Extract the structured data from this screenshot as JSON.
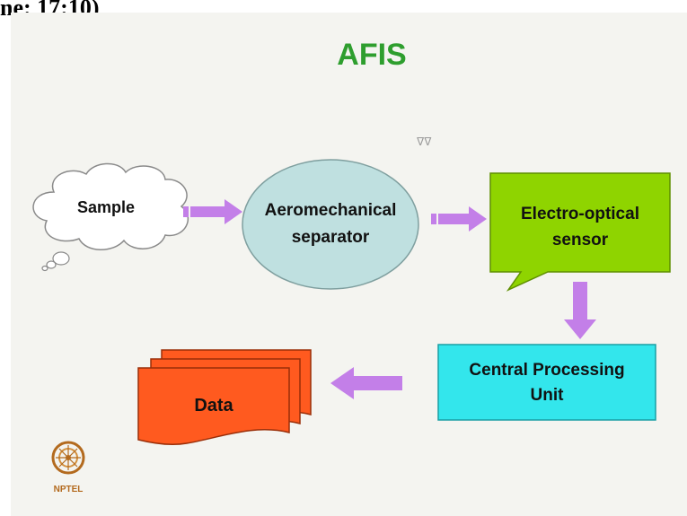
{
  "header_fragment": "ne: 17:10)",
  "slide": {
    "title": "AFIS",
    "title_color": "#2e9e2e",
    "cursor_mark": "ᐁᐁ"
  },
  "nodes": {
    "sample": {
      "label": "Sample",
      "shape": "thought-cloud",
      "fill": "#ffffff"
    },
    "separator": {
      "line1": "Aeromechanical",
      "line2": "separator",
      "shape": "ellipse",
      "fill": "#bfe0e0"
    },
    "sensor": {
      "line1": "Electro-optical",
      "line2": "sensor",
      "shape": "speech-callout",
      "fill": "#8fd400"
    },
    "cpu": {
      "line1": "Central Processing",
      "line2": "Unit",
      "shape": "rectangle",
      "fill": "#33e6ec"
    },
    "data": {
      "label": "Data",
      "shape": "stacked-documents",
      "fill": "#ff5a1f"
    }
  },
  "arrows": {
    "color": "#c37fe8",
    "flow": [
      "sample → separator",
      "separator → sensor",
      "sensor → cpu",
      "cpu → data"
    ]
  },
  "logo": {
    "text": "NPTEL"
  }
}
